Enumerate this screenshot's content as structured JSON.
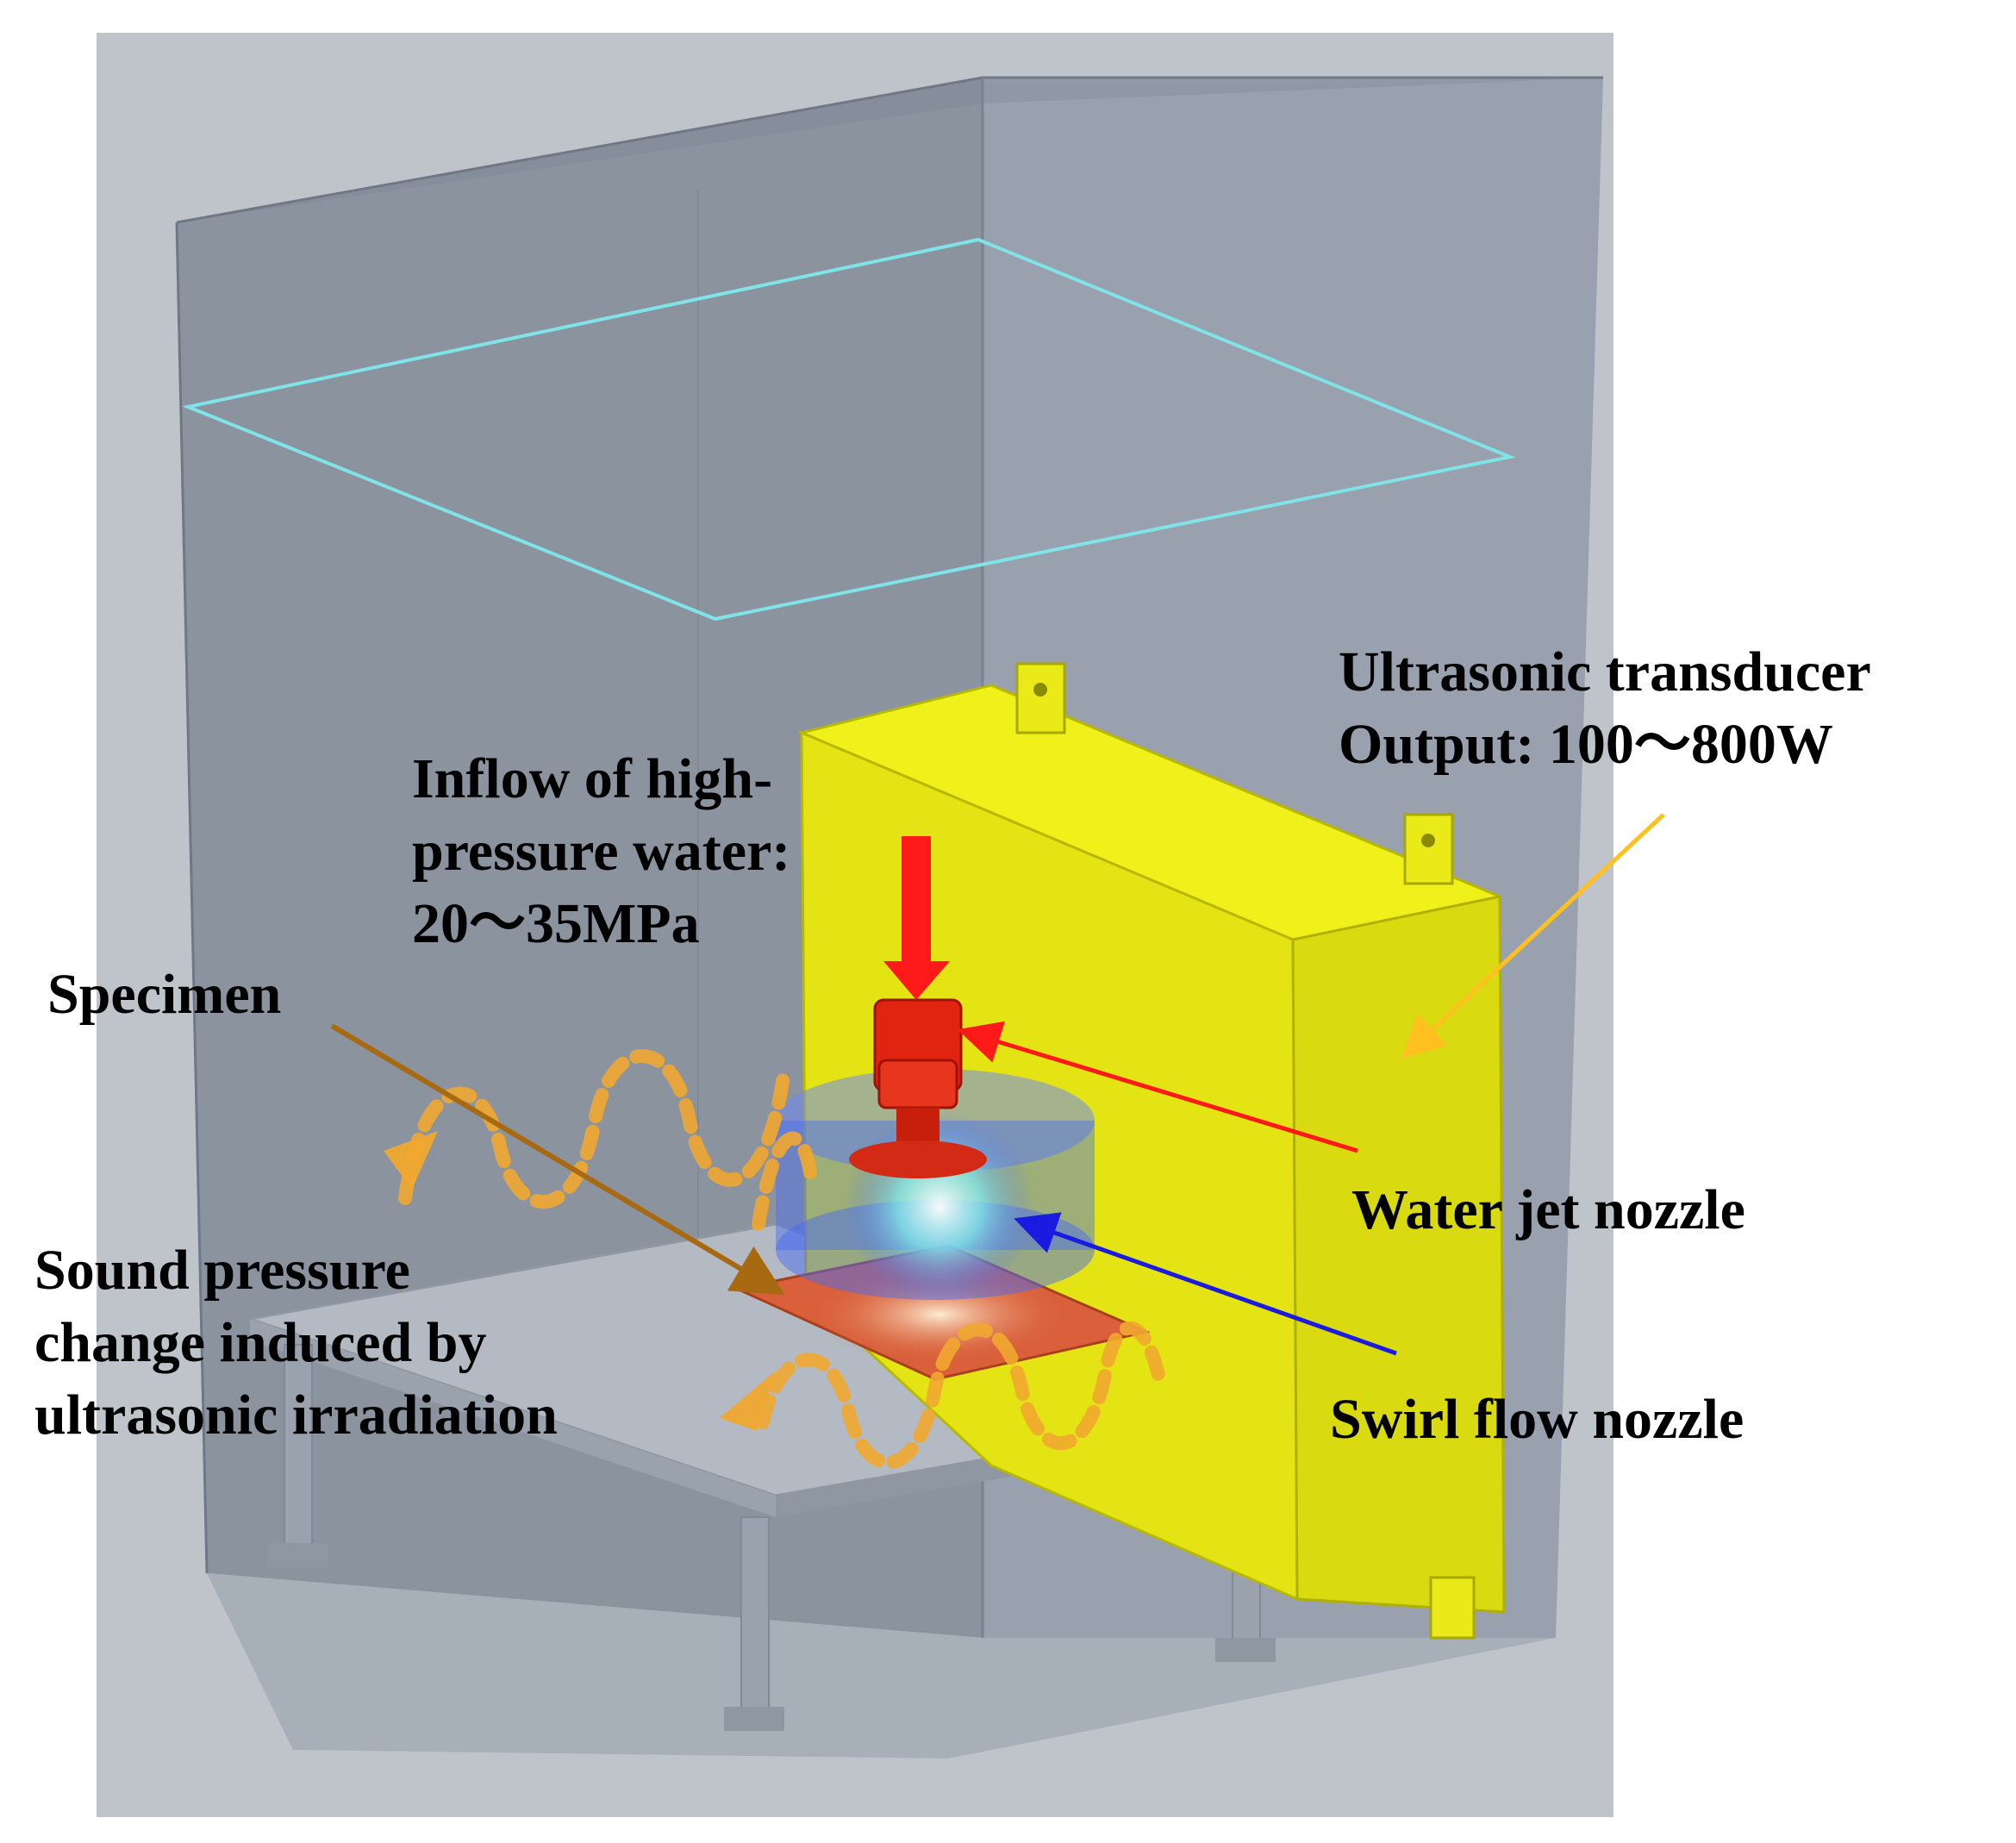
{
  "labels": {
    "inflow": [
      "Inflow of high-",
      "pressure water:",
      "20〜35MPa"
    ],
    "specimen": [
      "Specimen"
    ],
    "sound": [
      "Sound pressure",
      "change induced by",
      "ultrasonic irradiation"
    ],
    "transducer": [
      "Ultrasonic transducer",
      "Output: 100〜800W"
    ],
    "water_jet": [
      "Water jet nozzle"
    ],
    "swirl": [
      "Swirl flow nozzle"
    ]
  },
  "colors": {
    "background": "#bfc4ca",
    "chamber": "#8a939e",
    "transducer": "#f0f01a",
    "nozzle": "#e02410",
    "swirl_nozzle": "#4a6cf0",
    "specimen": "#d9603a",
    "water_surface": "#7fe3e8",
    "pressure_wave": "#f0a830",
    "arrow_transducer": "#ffc020",
    "arrow_water_jet": "#ff1a1a",
    "arrow_swirl": "#1a1ae0",
    "arrow_specimen": "#a86a10"
  }
}
